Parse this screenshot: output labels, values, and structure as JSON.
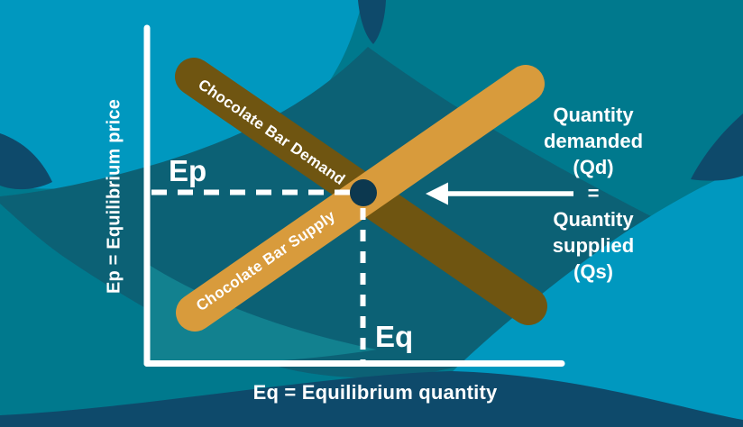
{
  "diagram": {
    "y_axis_label": "Ep = Equilibrium price",
    "x_axis_label": "Eq = Equilibrium quantity",
    "equilibrium_price_label": "Ep",
    "equilibrium_quantity_label": "Eq",
    "demand_curve_label": "Chocolate Bar Demand",
    "supply_curve_label": "Chocolate Bar Supply"
  },
  "annotation": {
    "lines": [
      "Quantity",
      "demanded",
      "(Qd)",
      "=",
      "Quantity",
      "supplied",
      "(Qs)"
    ]
  },
  "colors": {
    "background_teal": "#00798D",
    "background_cyan": "#0098BF",
    "background_dark_teal": "#0C6175",
    "background_light_teal": "#12818F",
    "background_navy": "#0E4A6B",
    "axis_white": "#FFFFFF",
    "supply_gold": "#D89B3C",
    "demand_olive": "#6F5511",
    "equilibrium_dot_navy": "#0C384F"
  }
}
